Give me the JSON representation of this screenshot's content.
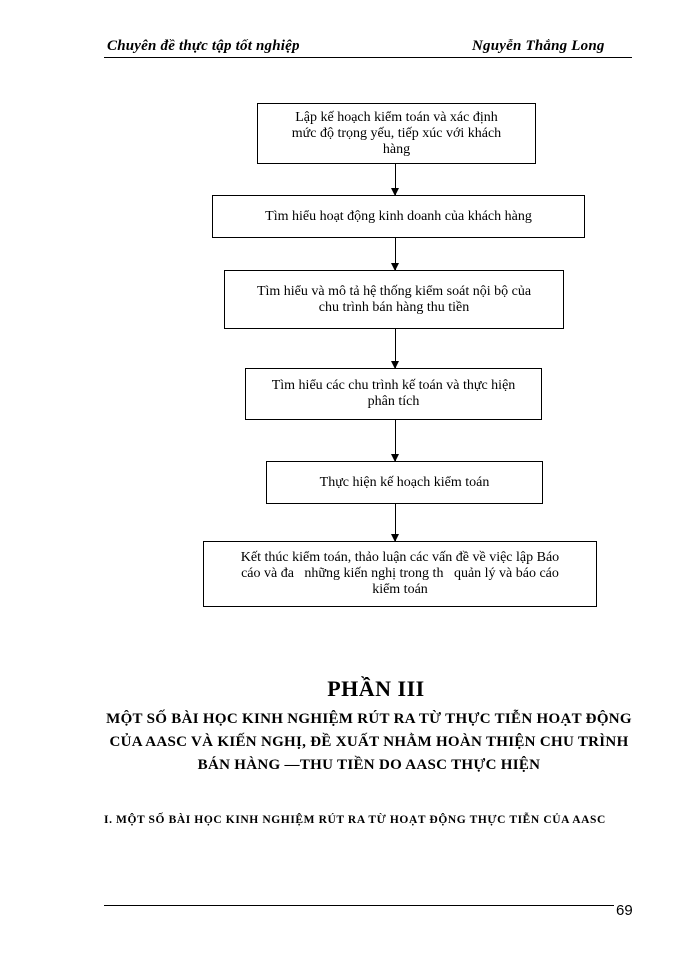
{
  "header": {
    "left": "Chuyên đề thực tập tốt nghiệp",
    "right": "Nguyễn Thắng Long"
  },
  "flowchart": {
    "steps": [
      {
        "lines": [
          "Lập kế hoạch kiểm toán và xác định",
          "mức độ trọng yếu, tiếp xúc với khách",
          "hàng"
        ]
      },
      {
        "lines": [
          "Tìm hiểu hoạt động kinh doanh của khách hàng"
        ]
      },
      {
        "lines": [
          "Tìm hiểu và mô tả hệ thống kiểm soát nội bộ của",
          "chu trình bán hàng thu tiền"
        ]
      },
      {
        "lines": [
          "Tìm hiểu các chu trình kế toán và thực hiện",
          "phân tích"
        ]
      },
      {
        "lines": [
          "Thực hiện kế hoạch kiểm toán"
        ]
      },
      {
        "lines": [
          "Kết thúc kiểm toán, thảo luận các vấn đề về việc lập Báo",
          "cáo và đa   những kiến nghị trong th   quản lý và báo cáo",
          "kiểm toán"
        ]
      }
    ]
  },
  "part": {
    "title": "PHẦN III",
    "subtitle": "MỘT SỐ BÀI HỌC KINH NGHIỆM RÚT RA TỪ THỰC TIỄN HOẠT ĐỘNG CỦA AASC  VÀ KIẾN NGHỊ, ĐỀ XUẤT NHẰM HOÀN THIỆN CHU TRÌNH BÁN HÀNG —THU TIỀN DO AASC THỰC HIỆN",
    "section": "I. MỘT SỐ BÀI HỌC KINH NGHIỆM RÚT RA TỪ HOẠT ĐỘNG THỰC TIỄN CỦA AASC"
  },
  "footer": {
    "page_number": "69"
  }
}
